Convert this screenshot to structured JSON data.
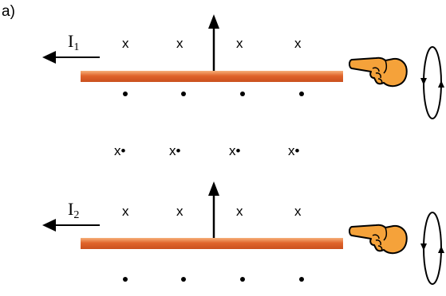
{
  "figure_label": "a)",
  "wires": [
    {
      "current_symbol": "I",
      "current_subscript": "1",
      "field_above": "x",
      "field_below": "•"
    },
    {
      "current_symbol": "I",
      "current_subscript": "2",
      "field_above": "x",
      "field_below": "•"
    }
  ],
  "middle_row": [
    "x•",
    "x•",
    "x•",
    "x•"
  ],
  "colors": {
    "wire": "#e0642b",
    "wire_highlight": "#f4a46f",
    "hand_skin": "#f5a23a",
    "hand_outline": "#000000"
  },
  "icons": [
    "pointing-hand-icon",
    "circulation-loop-icon",
    "up-arrow-icon",
    "left-arrow-icon"
  ]
}
